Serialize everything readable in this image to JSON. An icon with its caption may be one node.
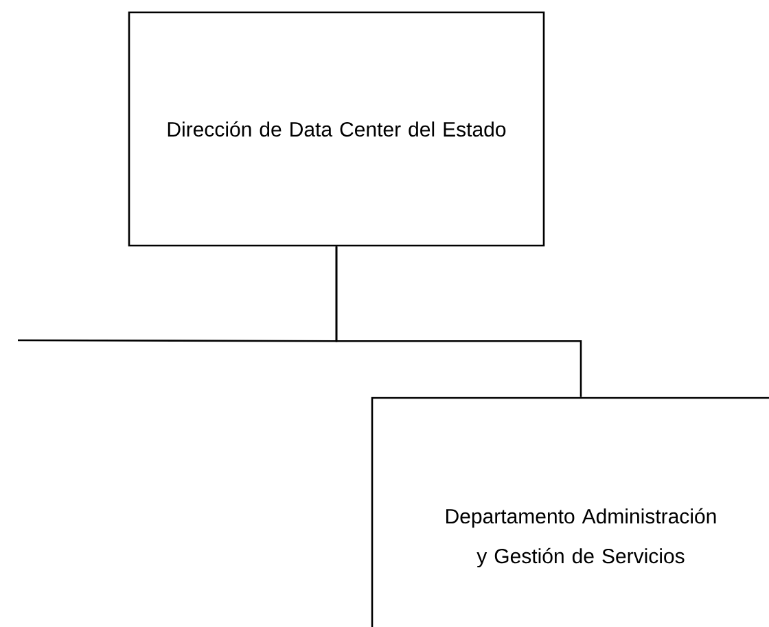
{
  "diagram": {
    "nodes": [
      {
        "text": [
          "Dirección de Data Center del Estado"
        ]
      },
      {
        "text": [
          "Departamento Administración y Gestión de Servicios"
        ]
      }
    ],
    "edges": [
      {
        "from": 0,
        "to": 1,
        "arrow": "none"
      },
      {
        "from": 0,
        "to": null,
        "arrow": "none"
      }
    ]
  }
}
